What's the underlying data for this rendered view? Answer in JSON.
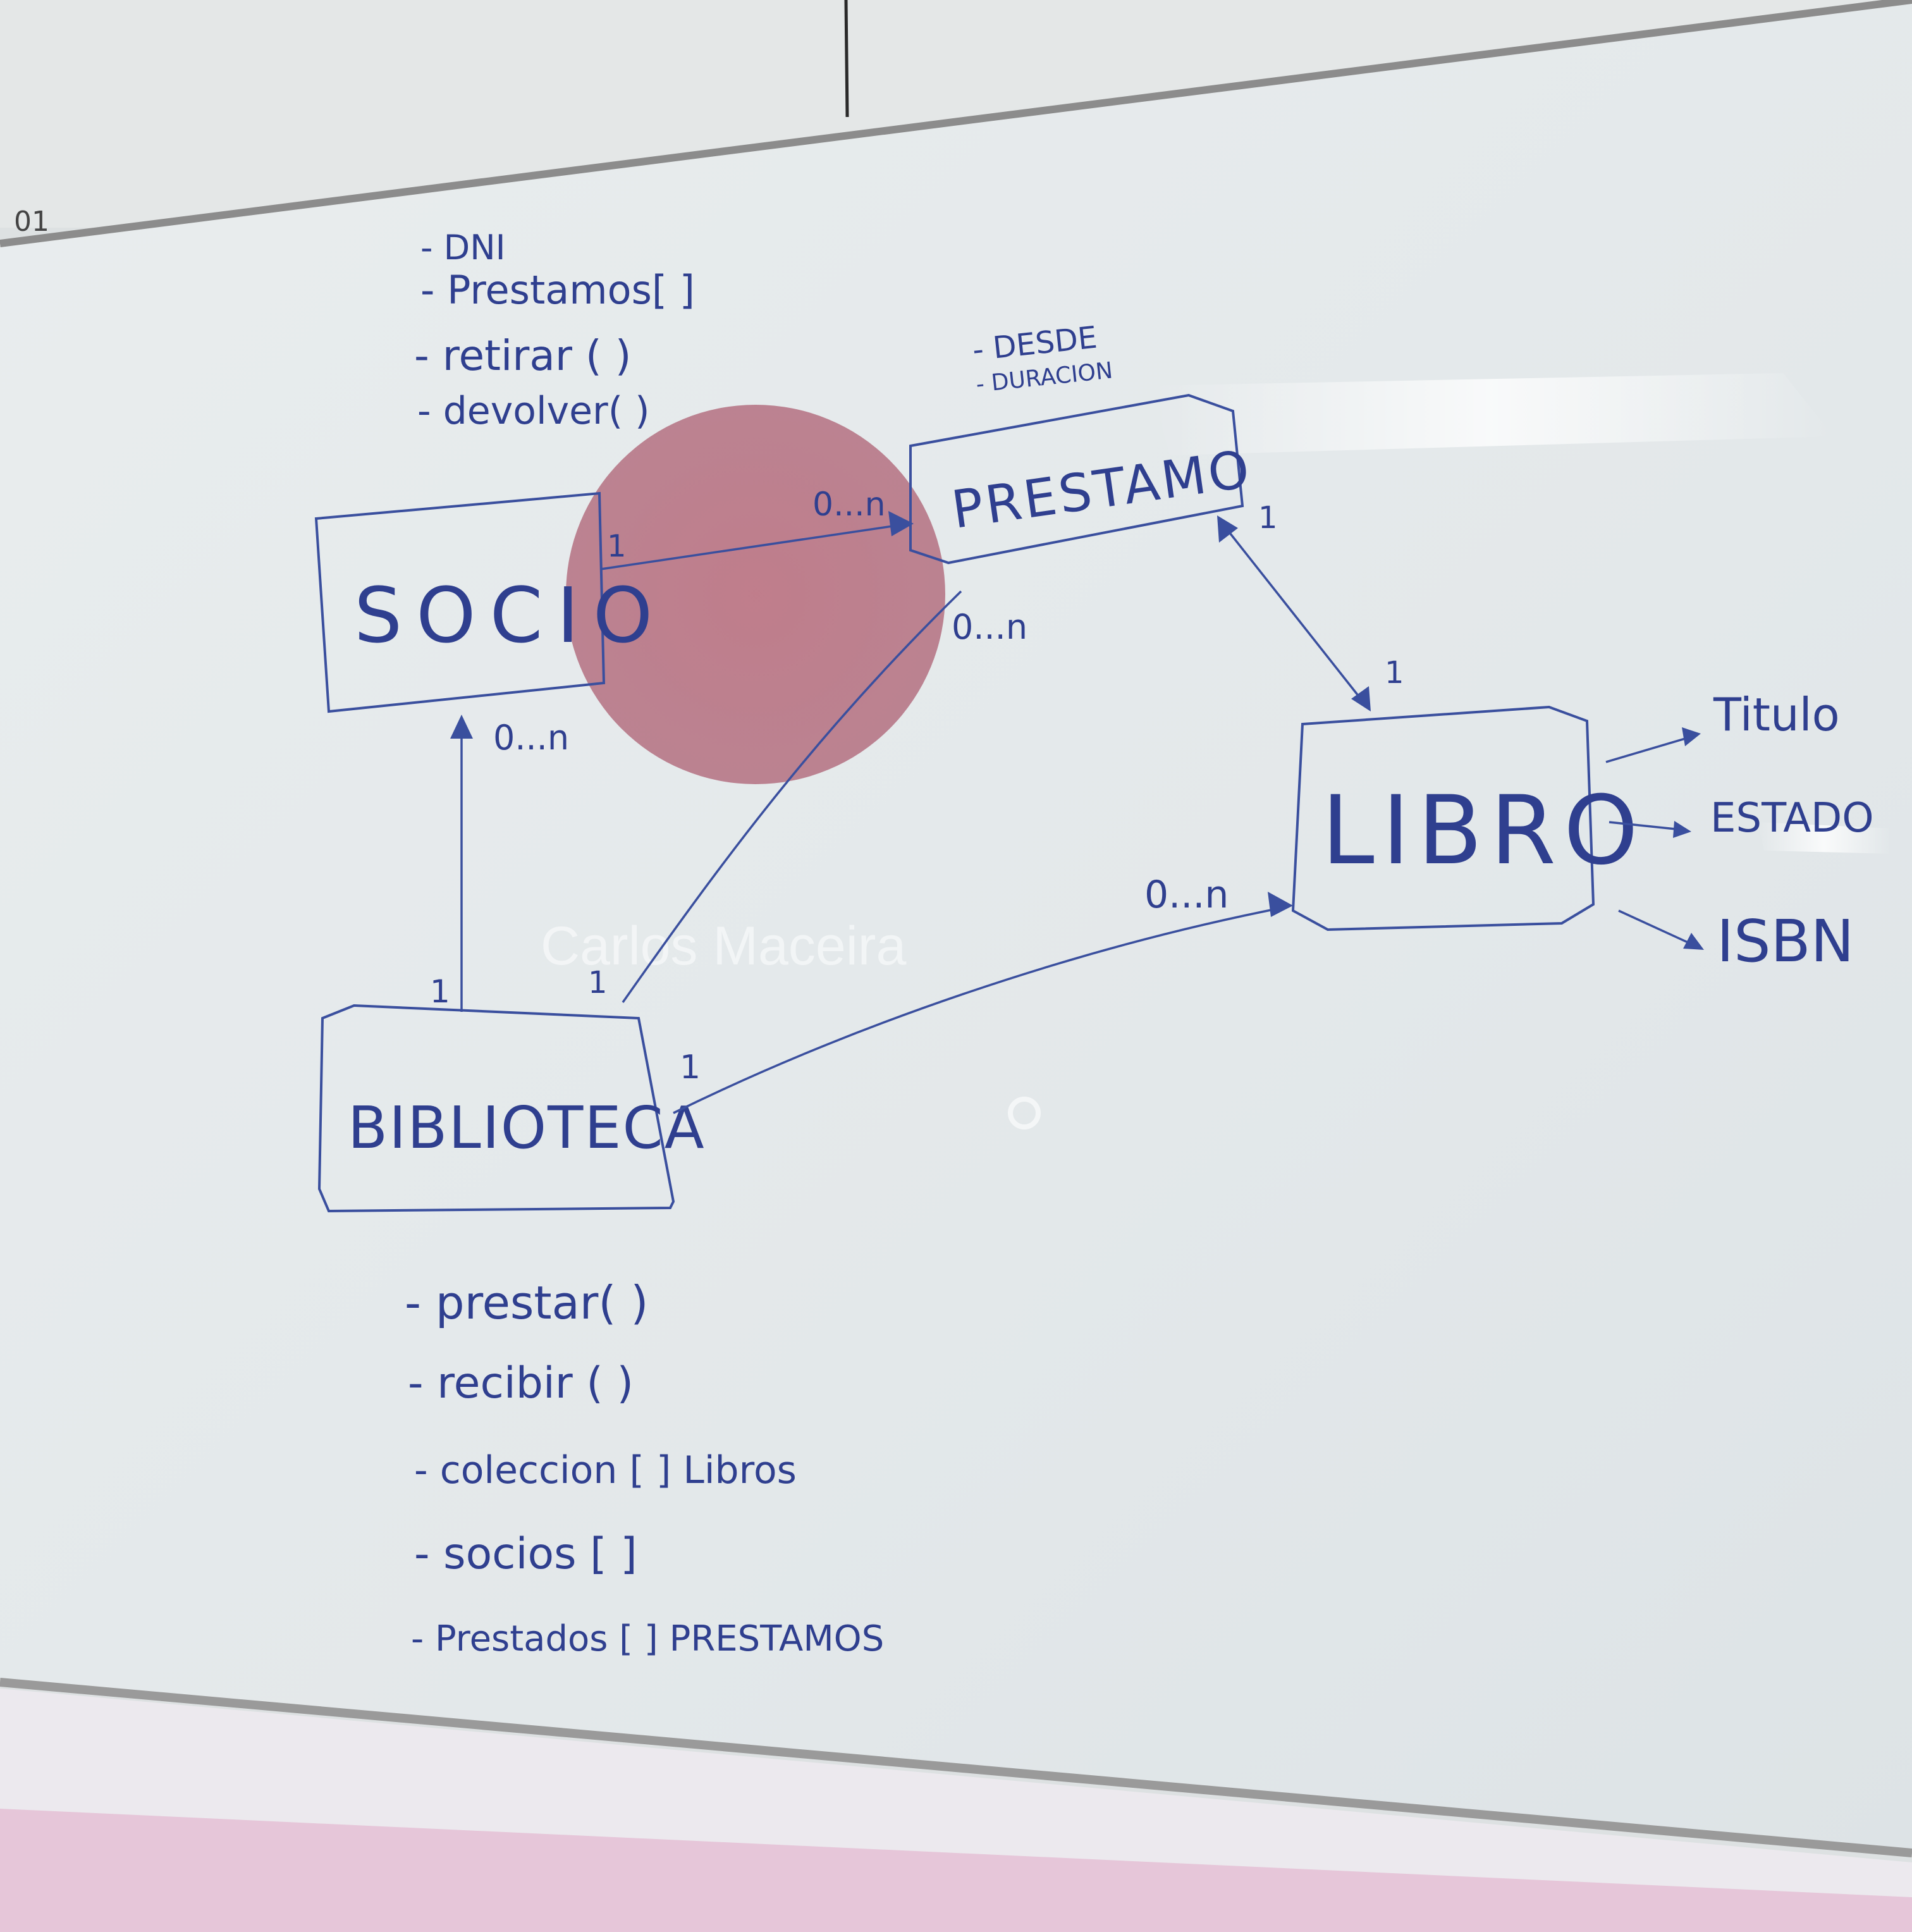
{
  "projection": {
    "name": "Carlos Maceira"
  },
  "board_corner_mark": "01",
  "classes": {
    "socio": {
      "name": "SOCIO",
      "members": [
        "- DNI",
        "- Prestamos[ ]",
        "- retirar ( )",
        "- devolver( )"
      ]
    },
    "prestamo": {
      "name": "PRESTAMO",
      "members": [
        "- DESDE",
        "- DURACION"
      ]
    },
    "libro": {
      "name": "LIBRO",
      "attributes": [
        "Titulo",
        "ESTADO",
        "ISBN"
      ]
    },
    "biblioteca": {
      "name": "BIBLIOTECA",
      "members": [
        "- prestar( )",
        "- recibir ( )",
        "- coleccion [ ] Libros",
        "- socios [ ]",
        "- Prestados [ ] PRESTAMOS"
      ]
    }
  },
  "multiplicities": {
    "socio_prestamo_from": "1",
    "socio_prestamo_to": "0...n",
    "prestamo_libro_from": "1",
    "prestamo_libro_to": "1",
    "biblioteca_prestamo_from": "1",
    "biblioteca_prestamo_to": "0...n",
    "biblioteca_socio_from": "1",
    "biblioteca_socio_to": "0...n",
    "biblioteca_libro_from": "1",
    "biblioteca_libro_to": "0...n"
  },
  "colors": {
    "marker": "#2f3f8f",
    "board": "#e6eaec",
    "projection_circle": "#b35a6a",
    "frame": "#9a9a9a"
  }
}
